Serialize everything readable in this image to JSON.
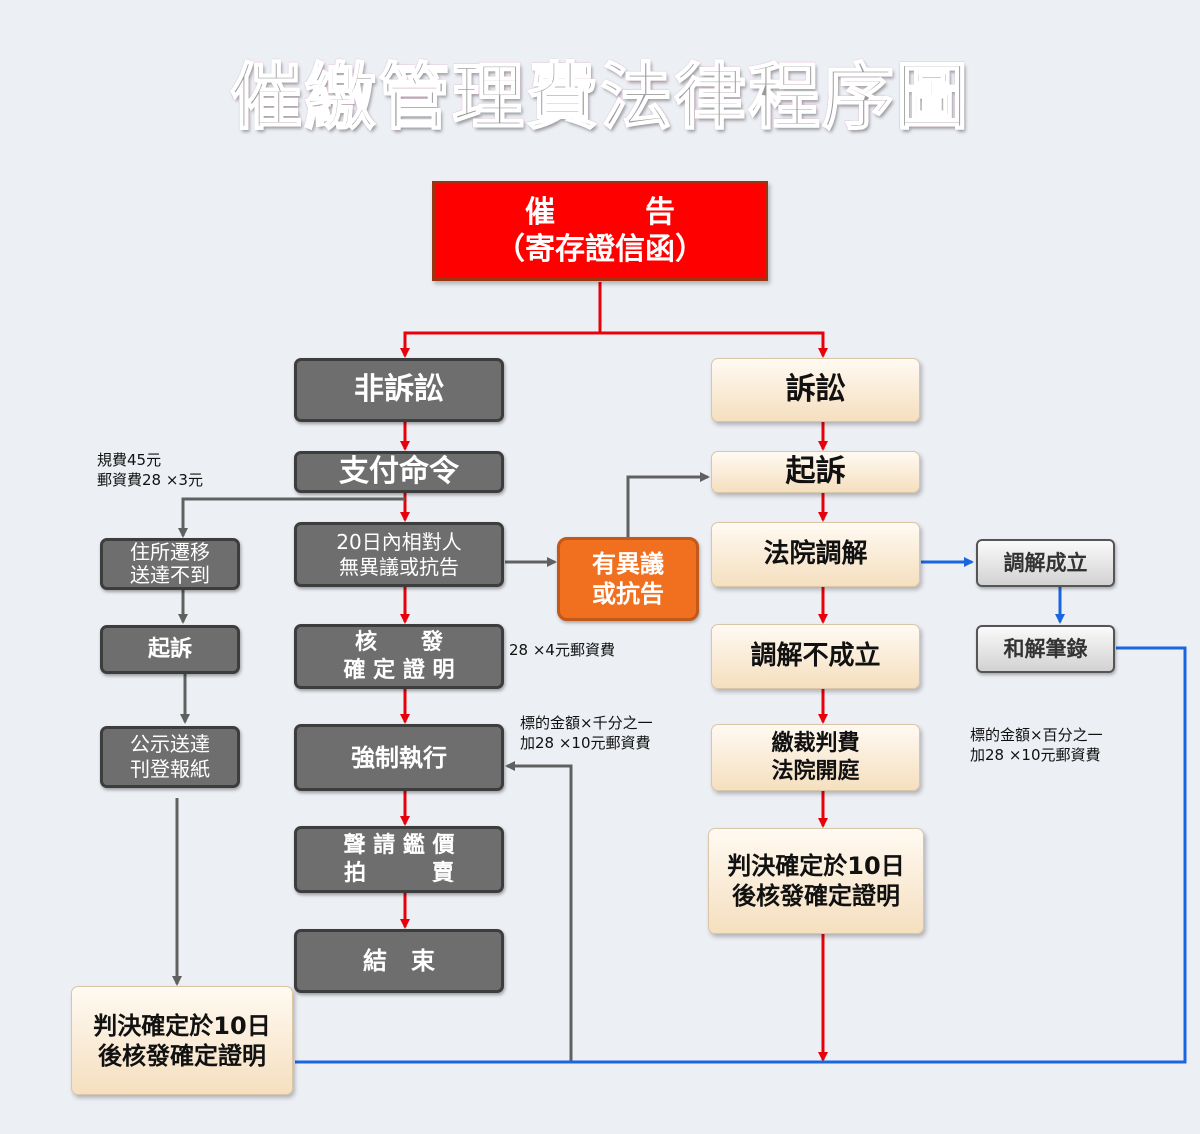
{
  "title": "催繳管理費法律程序圖",
  "colors": {
    "red_arrow": "#e8000a",
    "gray_arrow": "#606060",
    "blue_arrow": "#1a66e0",
    "notice_box": "#ff0000",
    "objection_box": "#f07020"
  },
  "top": {
    "notice_line1": "催　　　告",
    "notice_line2": "（寄存證信函）"
  },
  "non_litigation": {
    "heading": "非訴訟",
    "payment_order": "支付命令",
    "no_objection_line1": "20日內相對人",
    "no_objection_line2": "無異議或抗告",
    "certificate_line1": "核　　發",
    "certificate_line2": "確 定 證 明",
    "enforcement": "強制執行",
    "auction_line1": "聲 請 鑑 價",
    "auction_line2": "拍　　　賣",
    "end": "結　束"
  },
  "objection": {
    "line1": "有異議",
    "line2": "或抗告"
  },
  "litigation": {
    "heading": "訴訟",
    "sue": "起訴",
    "mediation": "法院調解",
    "mediation_failed": "調解不成立",
    "fee_line1": "繳裁判費",
    "fee_line2": "法院開庭",
    "judgment_line1": "判決確定於10日",
    "judgment_line2": "後核發確定證明"
  },
  "mediation_result": {
    "success": "調解成立",
    "settlement": "和解筆錄"
  },
  "relocation": {
    "moved_line1": "住所遷移",
    "moved_line2": "送達不到",
    "sue": "起訴",
    "publication_line1": "公示送達",
    "publication_line2": "刊登報紙",
    "judgment_line1": "判決確定於10日",
    "judgment_line2": "後核發確定證明"
  },
  "notes": {
    "fee_line1": "規費45元",
    "fee_line2": "郵資費28 ×3元",
    "certificate_fee": "28 ×4元郵資費",
    "enforcement_fee_line1": "標的金額×千分之一",
    "enforcement_fee_line2": "加28 ×10元郵資費",
    "court_fee_line1": "標的金額×百分之一",
    "court_fee_line2": "加28 ×10元郵資費"
  }
}
